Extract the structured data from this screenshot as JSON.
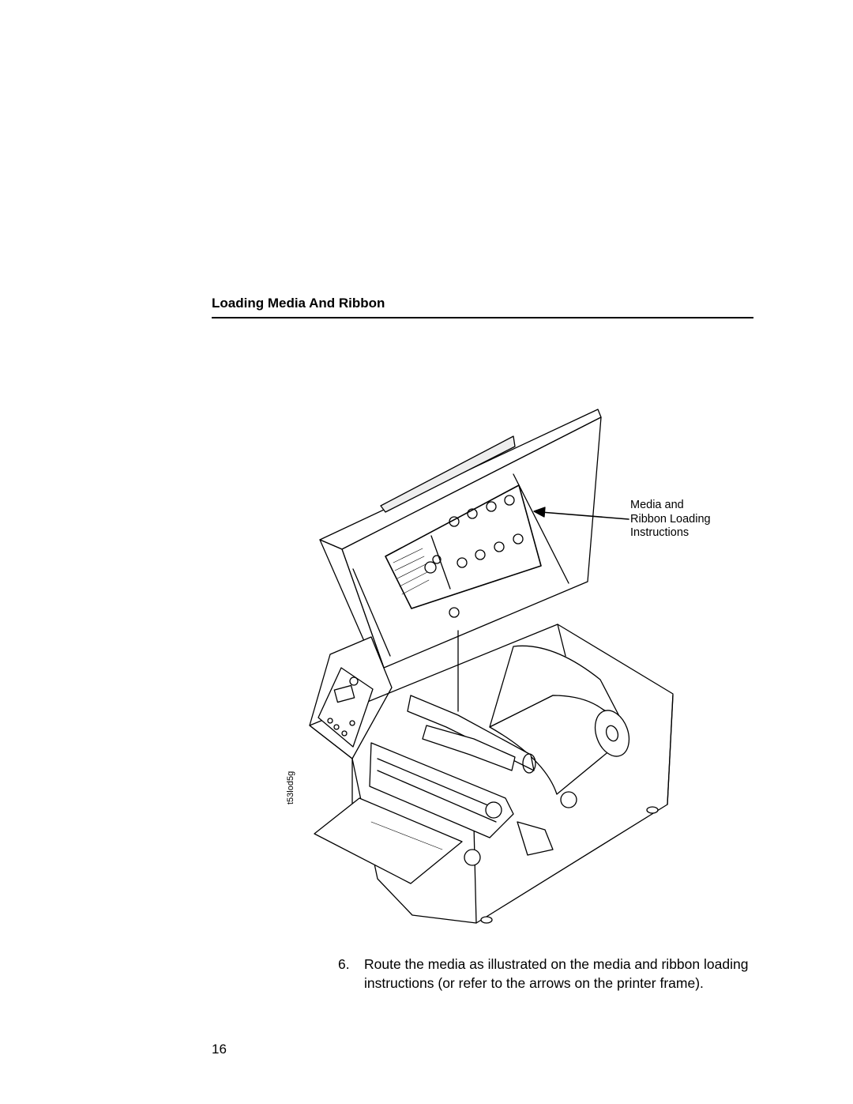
{
  "section": {
    "heading": "Loading Media And Ribbon"
  },
  "figure": {
    "callout_lines": [
      "Media and",
      "Ribbon Loading",
      "Instructions"
    ],
    "figure_id": "t53lod5g"
  },
  "step": {
    "number": "6.",
    "text": "Route the media as illustrated on the media and ribbon loading instructions (or refer to the arrows on the printer frame)."
  },
  "page_number": "16"
}
